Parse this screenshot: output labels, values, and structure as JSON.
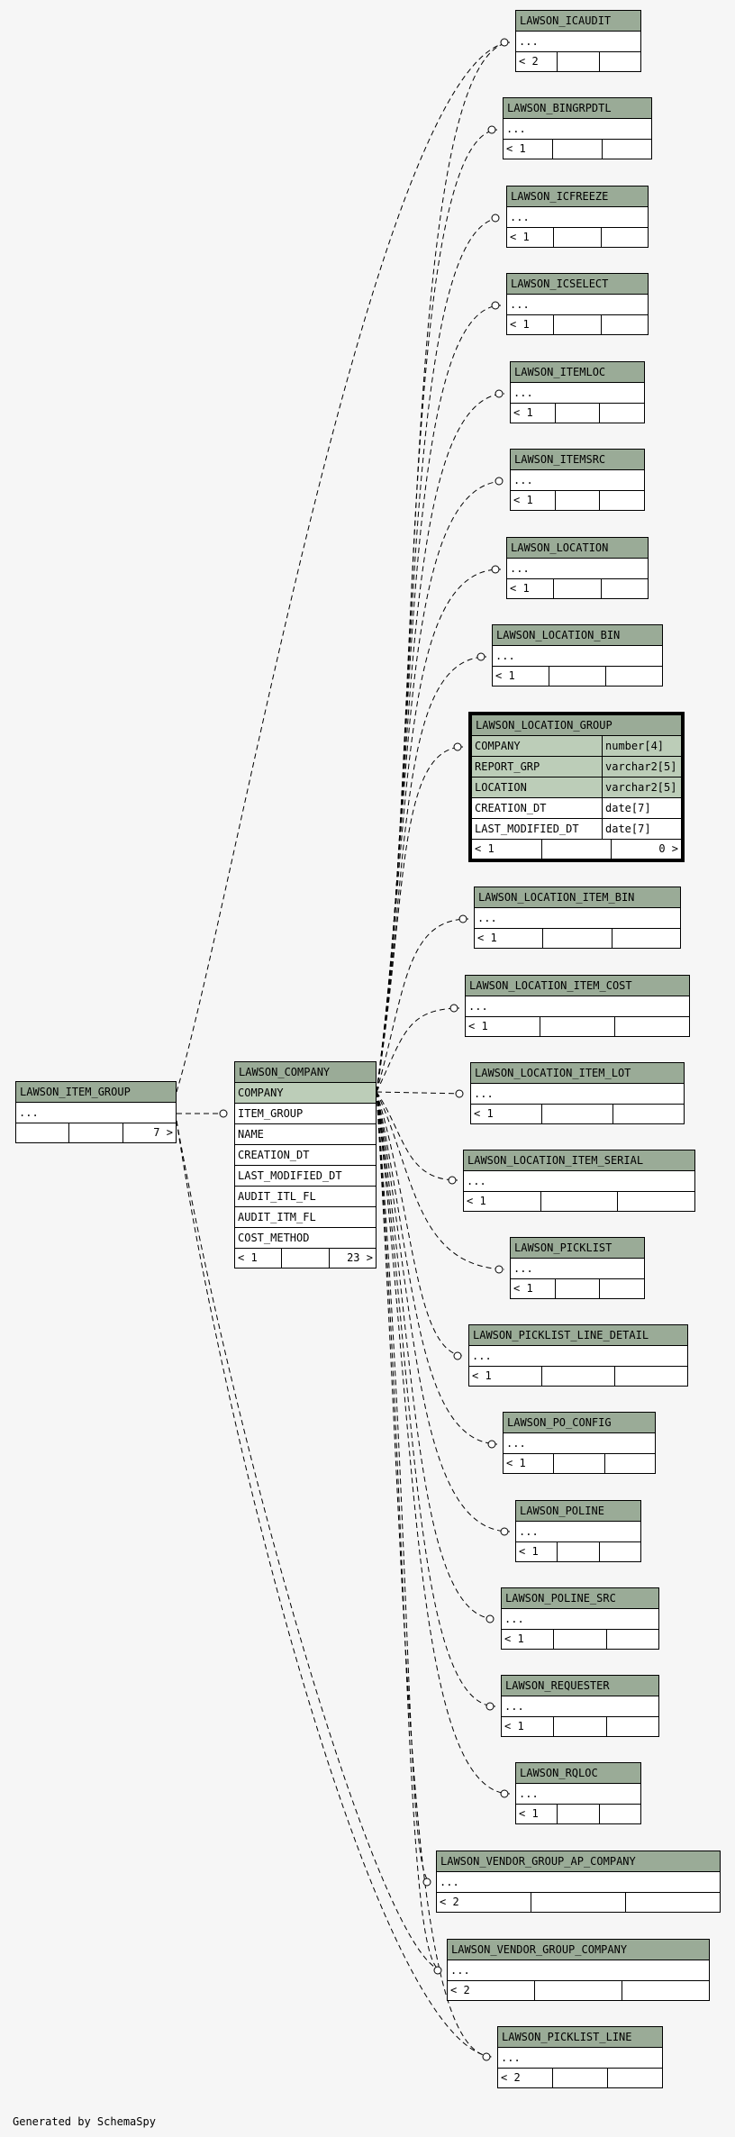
{
  "tables": {
    "icaudit": {
      "name": "LAWSON_ICAUDIT",
      "cols": "...",
      "parents": "< 2"
    },
    "bingrpdtl": {
      "name": "LAWSON_BINGRPDTL",
      "cols": "...",
      "parents": "< 1"
    },
    "icfreeze": {
      "name": "LAWSON_ICFREEZE",
      "cols": "...",
      "parents": "< 1"
    },
    "icselect": {
      "name": "LAWSON_ICSELECT",
      "cols": "...",
      "parents": "< 1"
    },
    "itemloc": {
      "name": "LAWSON_ITEMLOC",
      "cols": "...",
      "parents": "< 1"
    },
    "itemsrc": {
      "name": "LAWSON_ITEMSRC",
      "cols": "...",
      "parents": "< 1"
    },
    "location": {
      "name": "LAWSON_LOCATION",
      "cols": "...",
      "parents": "< 1"
    },
    "location_bin": {
      "name": "LAWSON_LOCATION_BIN",
      "cols": "...",
      "parents": "< 1"
    },
    "location_group": {
      "name": "LAWSON_LOCATION_GROUP",
      "columns": [
        {
          "name": "COMPANY",
          "type": "number[4]"
        },
        {
          "name": "REPORT_GRP",
          "type": "varchar2[5]"
        },
        {
          "name": "LOCATION",
          "type": "varchar2[5]"
        },
        {
          "name": "CREATION_DT",
          "type": "date[7]"
        },
        {
          "name": "LAST_MODIFIED_DT",
          "type": "date[7]"
        }
      ],
      "parents": "< 1",
      "children": "0 >"
    },
    "location_item_bin": {
      "name": "LAWSON_LOCATION_ITEM_BIN",
      "cols": "...",
      "parents": "< 1"
    },
    "location_item_cost": {
      "name": "LAWSON_LOCATION_ITEM_COST",
      "cols": "...",
      "parents": "< 1"
    },
    "location_item_lot": {
      "name": "LAWSON_LOCATION_ITEM_LOT",
      "cols": "...",
      "parents": "< 1"
    },
    "location_item_serial": {
      "name": "LAWSON_LOCATION_ITEM_SERIAL",
      "cols": "...",
      "parents": "< 1"
    },
    "picklist": {
      "name": "LAWSON_PICKLIST",
      "cols": "...",
      "parents": "< 1"
    },
    "picklist_line_detail": {
      "name": "LAWSON_PICKLIST_LINE_DETAIL",
      "cols": "...",
      "parents": "< 1"
    },
    "po_config": {
      "name": "LAWSON_PO_CONFIG",
      "cols": "...",
      "parents": "< 1"
    },
    "poline": {
      "name": "LAWSON_POLINE",
      "cols": "...",
      "parents": "< 1"
    },
    "poline_src": {
      "name": "LAWSON_POLINE_SRC",
      "cols": "...",
      "parents": "< 1"
    },
    "requester": {
      "name": "LAWSON_REQUESTER",
      "cols": "...",
      "parents": "< 1"
    },
    "rqloc": {
      "name": "LAWSON_RQLOC",
      "cols": "...",
      "parents": "< 1"
    },
    "vendor_group_ap_company": {
      "name": "LAWSON_VENDOR_GROUP_AP_COMPANY",
      "cols": "...",
      "parents": "< 2"
    },
    "vendor_group_company": {
      "name": "LAWSON_VENDOR_GROUP_COMPANY",
      "cols": "...",
      "parents": "< 2"
    },
    "picklist_line": {
      "name": "LAWSON_PICKLIST_LINE",
      "cols": "...",
      "parents": "< 2"
    },
    "item_group": {
      "name": "LAWSON_ITEM_GROUP",
      "cols": "...",
      "children": "7 >"
    },
    "company": {
      "name": "LAWSON_COMPANY",
      "columns": [
        "COMPANY",
        "ITEM_GROUP",
        "NAME",
        "CREATION_DT",
        "LAST_MODIFIED_DT",
        "AUDIT_ITL_FL",
        "AUDIT_ITM_FL",
        "COST_METHOD"
      ],
      "parents": "< 1",
      "children": "23 >"
    }
  },
  "footer": {
    "generated_by": "Generated by SchemaSpy"
  }
}
